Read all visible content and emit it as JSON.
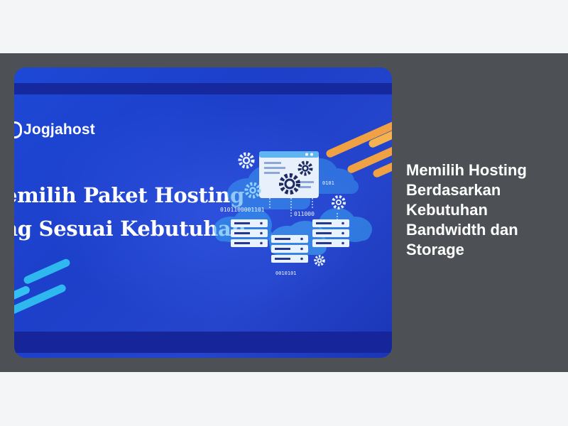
{
  "article": {
    "thumbnail": {
      "brand": "Jogjahost",
      "headline_line1": "emilih Paket Hosting",
      "headline_line2": "ng Sesuai Kebutuhan",
      "binary_labels": [
        "0101100001101",
        "0101",
        "011000",
        "0010101"
      ],
      "colors": {
        "background": "#1d48d6",
        "band": "#16289e",
        "accent_orange": "#f0a144",
        "accent_cyan": "#2fb7f0"
      }
    },
    "title": "Memilih Hosting Berdasarkan Kebutuhan Bandwidth dan Storage",
    "colors": {
      "card_background": "#4d5156",
      "page_background": "#f4f5f7"
    }
  }
}
